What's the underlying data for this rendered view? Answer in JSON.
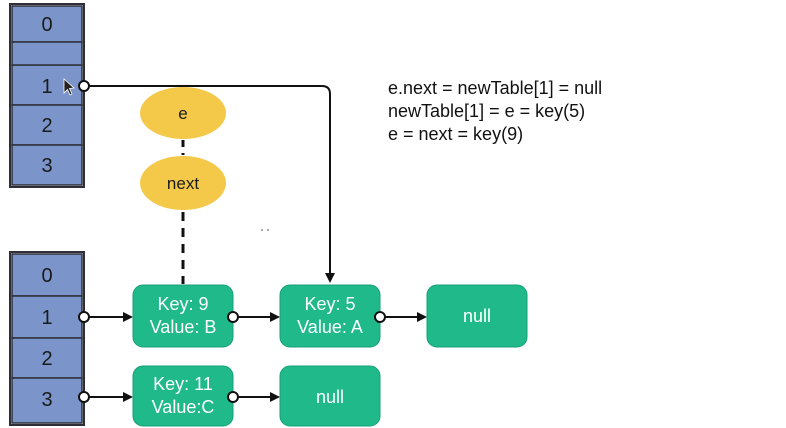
{
  "colors": {
    "cell_fill": "#7b94c9",
    "cell_border": "#2e2f38",
    "node_fill": "#1fb98a",
    "node_border": "#17a078",
    "oval_fill": "#f4c94a",
    "arrow": "#111111"
  },
  "old_table": {
    "cells": [
      "0",
      "1",
      "2",
      "3"
    ]
  },
  "new_table": {
    "cells": [
      "0",
      "1",
      "2",
      "3"
    ]
  },
  "pointers": {
    "e": "e",
    "next": "next"
  },
  "nodes": {
    "key9": {
      "key": "Key: 9",
      "value": "Value: B"
    },
    "key5": {
      "key": "Key: 5",
      "value": "Value: A"
    },
    "null1": {
      "label": "null"
    },
    "key11": {
      "key": "Key: 11",
      "value": "Value:C"
    },
    "null3": {
      "label": "null"
    }
  },
  "code_lines": [
    "e.next = newTable[1] = null",
    "newTable[1] = e = key(5)",
    "e = next = key(9)"
  ],
  "cursor_icon": "mouse-pointer-icon"
}
